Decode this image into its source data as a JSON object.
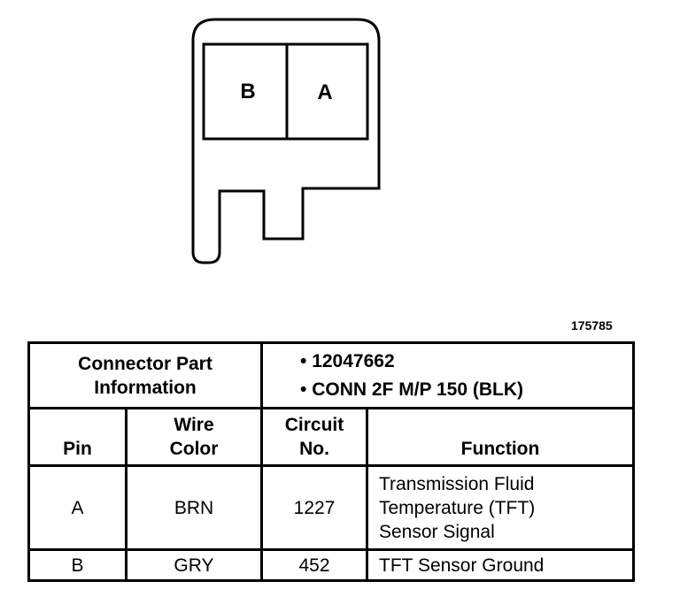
{
  "diagram": {
    "title": "2-way connector face view",
    "cavities": [
      "B",
      "A"
    ],
    "figure_number": "175785"
  },
  "table": {
    "part_info_label": "Connector Part Information",
    "part_info_label_line1": "Connector Part",
    "part_info_label_line2": "Information",
    "part_info_items": [
      "12047662",
      "CONN 2F M/P 150 (BLK)"
    ],
    "headers": {
      "pin": "Pin",
      "wire_color_line1": "Wire",
      "wire_color_line2": "Color",
      "circuit_line1": "Circuit",
      "circuit_line2": "No.",
      "function": "Function"
    },
    "rows": [
      {
        "pin": "A",
        "wire_color": "BRN",
        "circuit": "1227",
        "function_lines": [
          "Transmission Fluid",
          "Temperature (TFT)",
          "Sensor Signal"
        ]
      },
      {
        "pin": "B",
        "wire_color": "GRY",
        "circuit": "452",
        "function_lines": [
          "TFT Sensor Ground"
        ]
      }
    ]
  }
}
